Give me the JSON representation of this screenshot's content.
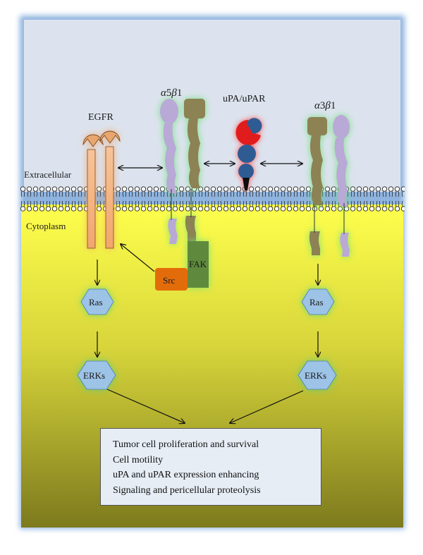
{
  "regions": {
    "extracellular": "Extracellular",
    "cytoplasm": "Cytoplasm"
  },
  "receptors": {
    "egfr": "EGFR",
    "alpha5beta1": {
      "greek1": "α",
      "num1": "5",
      "greek2": "β",
      "num2": "1"
    },
    "upa_upar": "uPA/uPAR",
    "alpha3beta1": {
      "greek1": "α",
      "num1": "3",
      "greek2": "β",
      "num2": "1"
    }
  },
  "kinases": {
    "fak": "FAK",
    "src": "Src"
  },
  "signaling": {
    "ras_left": "Ras",
    "ras_right": "Ras",
    "erks_left": "ERKs",
    "erks_right": "ERKs"
  },
  "outcomes": [
    "Tumor cell proliferation and survival",
    "Cell motility",
    "uPA and uPAR expression enhancing",
    "Signaling and pericellular proteolysis"
  ],
  "colors": {
    "extracellular_bg": "#dce3ee",
    "cytoplasm_top": "#ffff4d",
    "cytoplasm_bottom": "#7d7a1e",
    "glow_green": "#6ee07a",
    "glow_blue": "#9cc3ea",
    "egfr": "#f4b183",
    "integrin_alpha": "#b9a9d6",
    "integrin_beta": "#8c8253",
    "upa": "#e11f1f",
    "upar": "#2e5c92",
    "src": "#e36c0a",
    "fak": "#5f8a3c",
    "ras_erk": "#9dc3e6"
  }
}
